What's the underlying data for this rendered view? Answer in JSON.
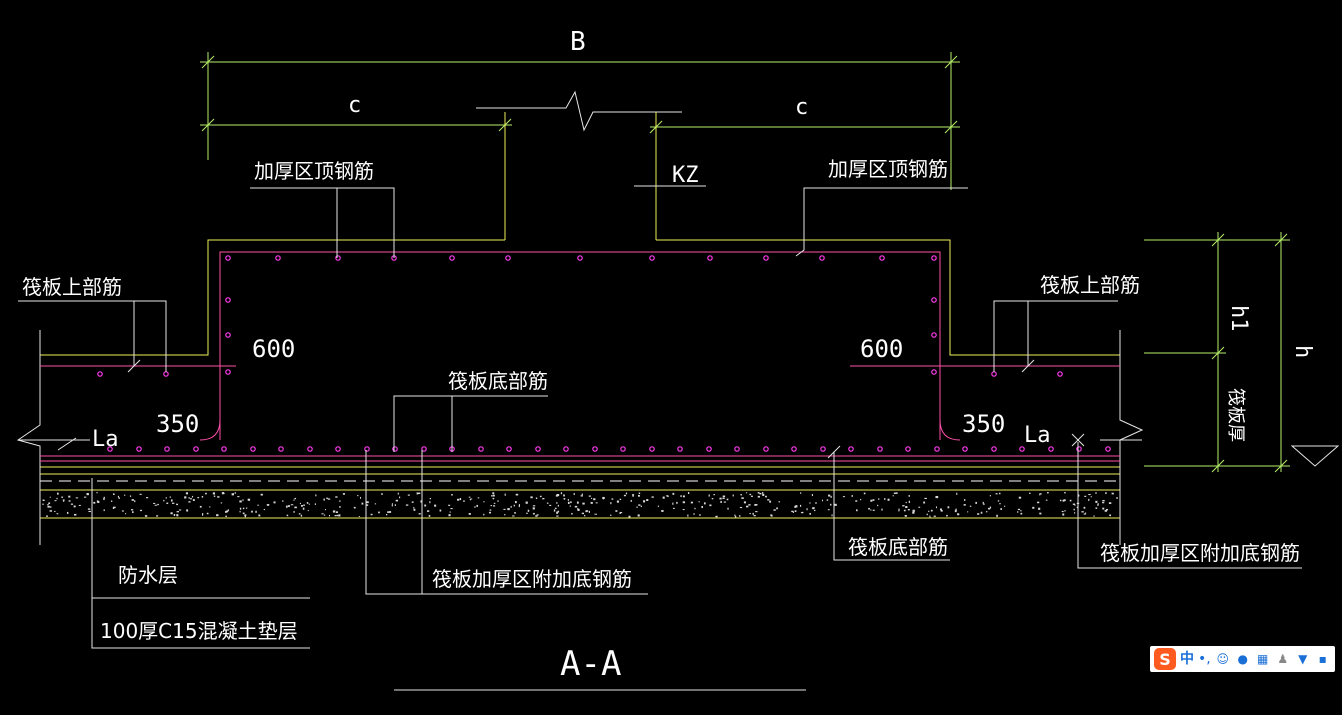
{
  "dimensions": {
    "B": "B",
    "c_left": "c",
    "c_right": "c",
    "h1": "h1",
    "h": "h",
    "raft_thickness": "筏板厚"
  },
  "labels": {
    "kz": "KZ",
    "thick_top_left": "加厚区顶钢筋",
    "thick_top_right": "加厚区顶钢筋",
    "raft_top_left": "筏板上部筋",
    "raft_top_right": "筏板上部筋",
    "raft_bottom_mid": "筏板底部筋",
    "raft_bottom_right": "筏板底部筋",
    "waterproof": "防水层",
    "cushion": "100厚C15混凝土垫层",
    "extra_bottom_left": "筏板加厚区附加底钢筋",
    "extra_bottom_right": "筏板加厚区附加底钢筋",
    "d600_left": "600",
    "d600_right": "600",
    "d350_left": "350",
    "d350_right": "350",
    "la_left": "La",
    "la_right": "La",
    "section_title": "A-A"
  },
  "ime_toolbar": {
    "logo": "S",
    "mode": "中",
    "punct": "•,",
    "icons": [
      "emoji-icon",
      "mic-icon",
      "keyboard-icon",
      "user-icon",
      "shirt-icon",
      "grid-icon"
    ]
  },
  "colors": {
    "background": "#000000",
    "dimension_green": "#b8f06a",
    "concrete_yellow": "#f0f05a",
    "rebar_pink": "#ff4fa8",
    "rebar_dot": "#ff3cf0"
  }
}
